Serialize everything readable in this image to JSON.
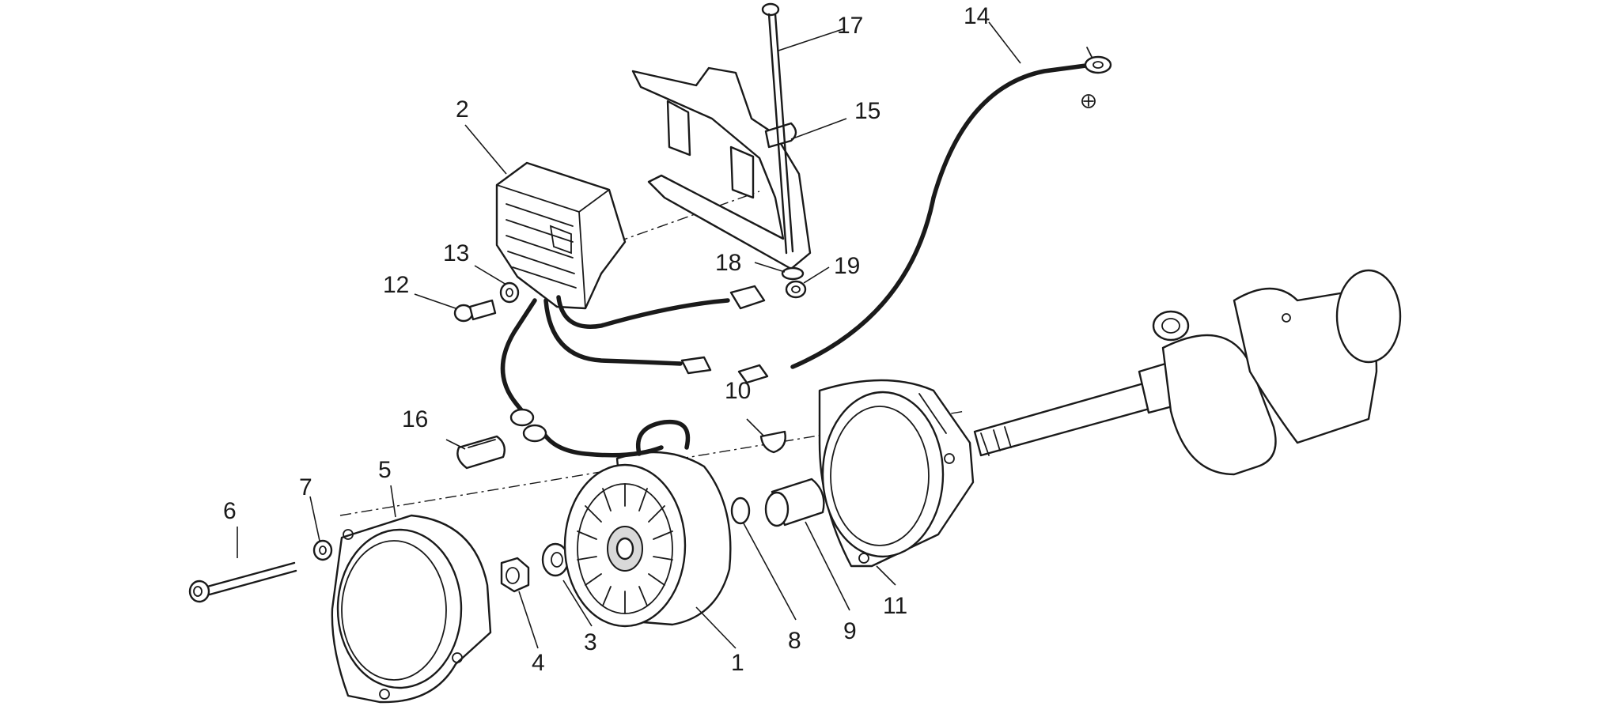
{
  "part_labels": [
    "1",
    "2",
    "3",
    "4",
    "5",
    "6",
    "7",
    "8",
    "9",
    "10",
    "11",
    "12",
    "13",
    "14",
    "15",
    "16",
    "17",
    "18",
    "19"
  ],
  "symbols": {
    "ground": "+"
  }
}
